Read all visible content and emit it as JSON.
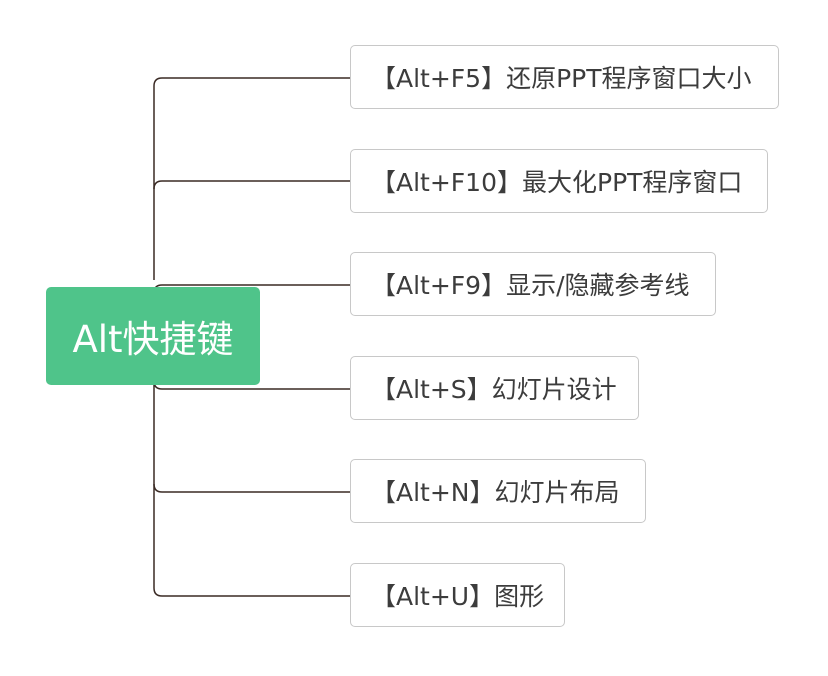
{
  "mindmap": {
    "root": {
      "label": "Alt快捷键",
      "color": "#4fc48a"
    },
    "line_color": "#3a2a24",
    "branches": [
      {
        "label": "【Alt+F5】还原PPT程序窗口大小"
      },
      {
        "label": "【Alt+F10】最大化PPT程序窗口"
      },
      {
        "label": "【Alt+F9】显示/隐藏参考线"
      },
      {
        "label": "【Alt+S】幻灯片设计"
      },
      {
        "label": "【Alt+N】幻灯片布局"
      },
      {
        "label": "【Alt+U】图形"
      }
    ]
  }
}
